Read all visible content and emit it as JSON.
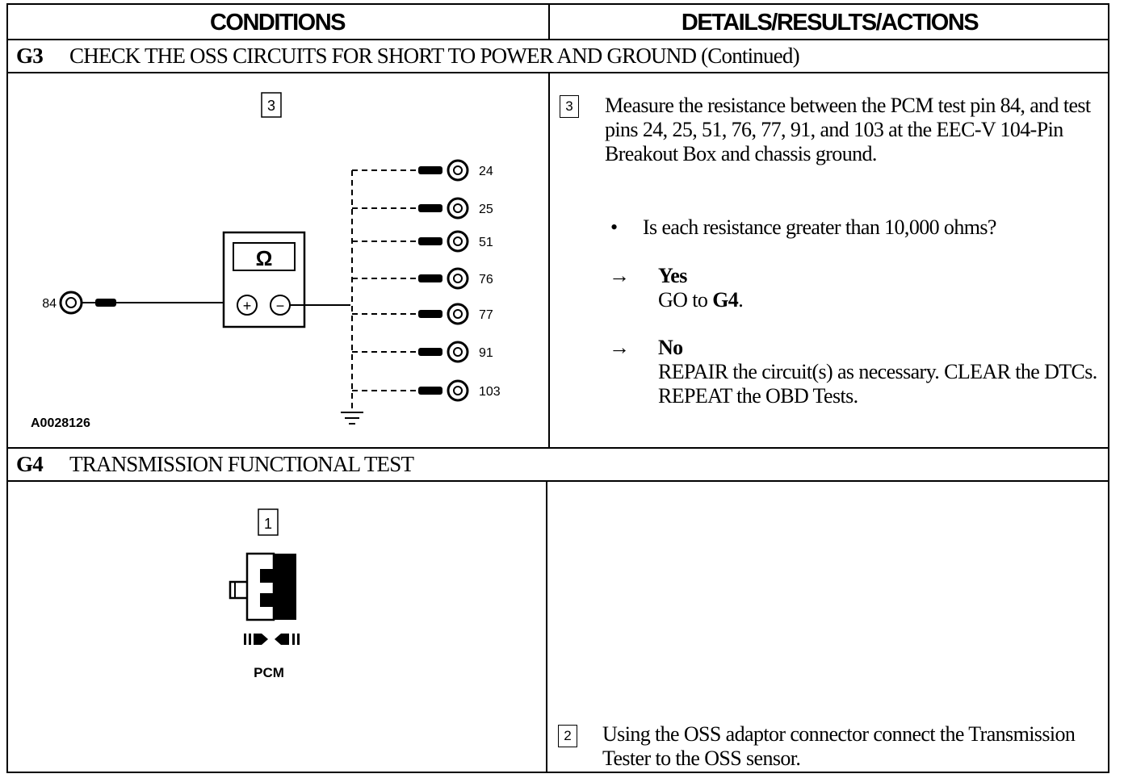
{
  "header": {
    "conditions": "CONDITIONS",
    "details": "DETAILS/RESULTS/ACTIONS"
  },
  "g3": {
    "code": "G3",
    "title": "CHECK THE OSS CIRCUITS FOR SHORT TO POWER AND GROUND (Continued)",
    "diagram": {
      "step": "3",
      "meter_symbol": "Ω",
      "plus": "+",
      "minus": "−",
      "source_pin": "84",
      "pins": [
        "24",
        "25",
        "51",
        "76",
        "77",
        "91",
        "103"
      ],
      "figure_id": "A0028126",
      "icons": [
        "ohmmeter-icon",
        "ground-icon",
        "pin-connector-icon"
      ]
    },
    "step": "3",
    "instruction": "Measure the resistance between the PCM test pin 84, and test pins 24, 25, 51, 76, 77, 91, and 103 at the EEC-V 104-Pin Breakout Box and chassis ground.",
    "question_bullet": "•",
    "question": "Is each resistance greater than 10,000 ohms?",
    "arrow": "→",
    "yes_label": "Yes",
    "yes_action_prefix": "GO to ",
    "yes_action_target": "G4",
    "yes_action_suffix": ".",
    "no_label": "No",
    "no_action": "REPAIR the circuit(s) as necessary. CLEAR the DTCs. REPEAT the OBD Tests."
  },
  "g4": {
    "code": "G4",
    "title": "TRANSMISSION FUNCTIONAL TEST",
    "diagram": {
      "step": "1",
      "label": "PCM",
      "icons": [
        "pcm-connector-icon",
        "disconnect-arrows-icon"
      ]
    },
    "step": "2",
    "instruction": "Using the OSS adaptor connector connect the Transmission Tester to the OSS sensor."
  }
}
